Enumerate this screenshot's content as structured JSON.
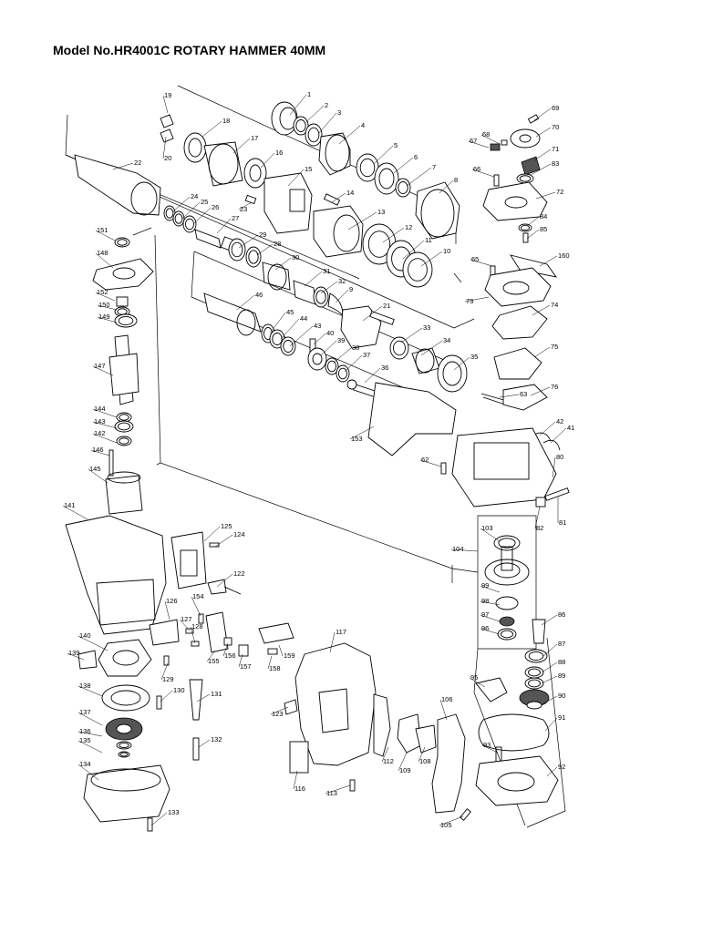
{
  "title": "Model No.HR4001C ROTARY HAMMER 40MM",
  "parts": [
    {
      "no": "1"
    },
    {
      "no": "2"
    },
    {
      "no": "3"
    },
    {
      "no": "4"
    },
    {
      "no": "5"
    },
    {
      "no": "6"
    },
    {
      "no": "7"
    },
    {
      "no": "8"
    },
    {
      "no": "9"
    },
    {
      "no": "10"
    },
    {
      "no": "11"
    },
    {
      "no": "12"
    },
    {
      "no": "13"
    },
    {
      "no": "14"
    },
    {
      "no": "15"
    },
    {
      "no": "16"
    },
    {
      "no": "17"
    },
    {
      "no": "18"
    },
    {
      "no": "19"
    },
    {
      "no": "20"
    },
    {
      "no": "21"
    },
    {
      "no": "22"
    },
    {
      "no": "23"
    },
    {
      "no": "24"
    },
    {
      "no": "25"
    },
    {
      "no": "26"
    },
    {
      "no": "27"
    },
    {
      "no": "28"
    },
    {
      "no": "29"
    },
    {
      "no": "30"
    },
    {
      "no": "31"
    },
    {
      "no": "32"
    },
    {
      "no": "33"
    },
    {
      "no": "34"
    },
    {
      "no": "35"
    },
    {
      "no": "36"
    },
    {
      "no": "37"
    },
    {
      "no": "38"
    },
    {
      "no": "39"
    },
    {
      "no": "40"
    },
    {
      "no": "41"
    },
    {
      "no": "42"
    },
    {
      "no": "43"
    },
    {
      "no": "44"
    },
    {
      "no": "45"
    },
    {
      "no": "46"
    },
    {
      "no": "62"
    },
    {
      "no": "63"
    },
    {
      "no": "65"
    },
    {
      "no": "66"
    },
    {
      "no": "67"
    },
    {
      "no": "68"
    },
    {
      "no": "69"
    },
    {
      "no": "70"
    },
    {
      "no": "71"
    },
    {
      "no": "72"
    },
    {
      "no": "73"
    },
    {
      "no": "74"
    },
    {
      "no": "75"
    },
    {
      "no": "76"
    },
    {
      "no": "80"
    },
    {
      "no": "81"
    },
    {
      "no": "82"
    },
    {
      "no": "83"
    },
    {
      "no": "84"
    },
    {
      "no": "85"
    },
    {
      "no": "86"
    },
    {
      "no": "87"
    },
    {
      "no": "88"
    },
    {
      "no": "89"
    },
    {
      "no": "90"
    },
    {
      "no": "91"
    },
    {
      "no": "92"
    },
    {
      "no": "93"
    },
    {
      "no": "95"
    },
    {
      "no": "96"
    },
    {
      "no": "97"
    },
    {
      "no": "98"
    },
    {
      "no": "99"
    },
    {
      "no": "103"
    },
    {
      "no": "104"
    },
    {
      "no": "105"
    },
    {
      "no": "106"
    },
    {
      "no": "108"
    },
    {
      "no": "109"
    },
    {
      "no": "112"
    },
    {
      "no": "113"
    },
    {
      "no": "116"
    },
    {
      "no": "117"
    },
    {
      "no": "122"
    },
    {
      "no": "123"
    },
    {
      "no": "124"
    },
    {
      "no": "125"
    },
    {
      "no": "126"
    },
    {
      "no": "127"
    },
    {
      "no": "128"
    },
    {
      "no": "129"
    },
    {
      "no": "130"
    },
    {
      "no": "131"
    },
    {
      "no": "132"
    },
    {
      "no": "133"
    },
    {
      "no": "134"
    },
    {
      "no": "135"
    },
    {
      "no": "136"
    },
    {
      "no": "137"
    },
    {
      "no": "138"
    },
    {
      "no": "139"
    },
    {
      "no": "140"
    },
    {
      "no": "141"
    },
    {
      "no": "142"
    },
    {
      "no": "143"
    },
    {
      "no": "144"
    },
    {
      "no": "145"
    },
    {
      "no": "146"
    },
    {
      "no": "147"
    },
    {
      "no": "148"
    },
    {
      "no": "149"
    },
    {
      "no": "150"
    },
    {
      "no": "151"
    },
    {
      "no": "152"
    },
    {
      "no": "153"
    },
    {
      "no": "154"
    },
    {
      "no": "155"
    },
    {
      "no": "156"
    },
    {
      "no": "157"
    },
    {
      "no": "158"
    },
    {
      "no": "159"
    },
    {
      "no": "160"
    }
  ]
}
